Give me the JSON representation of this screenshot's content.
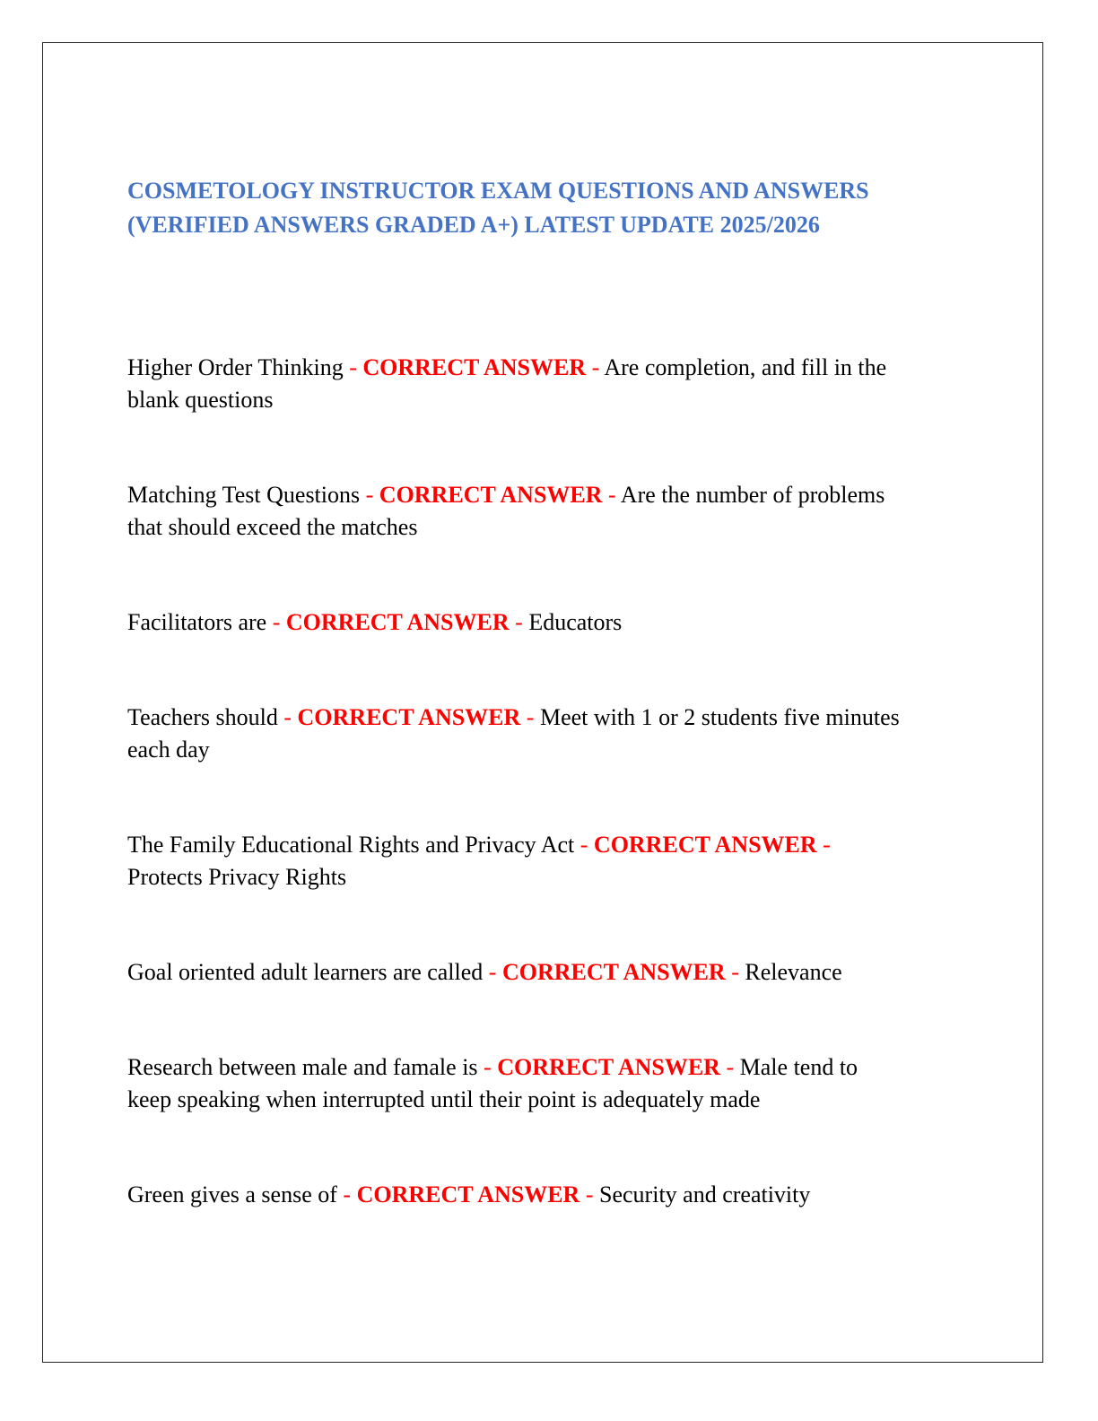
{
  "document": {
    "title_line1": "COSMETOLOGY INSTRUCTOR EXAM QUESTIONS AND ANSWERS",
    "title_line2": "(VERIFIED ANSWERS GRADED A+) LATEST UPDATE 2025/2026",
    "title_color": "#4472C4",
    "answer_label": "CORRECT ANSWER",
    "label_color": "#FF0000",
    "separator": "-",
    "items": [
      {
        "question": "Higher Order Thinking",
        "answer_line1": "Are completion, and fill in the",
        "answer_line2": "blank questions"
      },
      {
        "question": "Matching Test Questions",
        "answer_line1": "Are the number of problems",
        "answer_line2": "that should exceed the matches"
      },
      {
        "question": "Facilitators are",
        "answer_line1": "Educators",
        "answer_line2": ""
      },
      {
        "question": "Teachers should",
        "answer_line1": "Meet with 1 or 2 students five minutes",
        "answer_line2": "each day"
      },
      {
        "question": "The Family Educational Rights and Privacy Act",
        "answer_line1": "",
        "answer_line2": "Protects Privacy Rights"
      },
      {
        "question": "Goal oriented adult learners are called",
        "answer_line1": "Relevance",
        "answer_line2": ""
      },
      {
        "question": "Research between male and famale is",
        "answer_line1": "Male tend to",
        "answer_line2": "keep speaking when interrupted until their point is adequately made"
      },
      {
        "question": "Green gives a sense of",
        "answer_line1": "Security and creativity",
        "answer_line2": ""
      }
    ]
  }
}
